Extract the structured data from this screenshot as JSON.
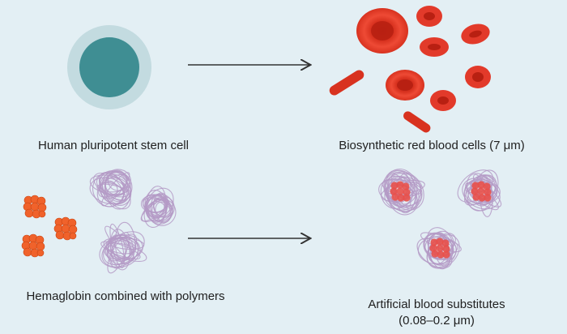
{
  "labels": {
    "stem_cell": "Human pluripotent stem cell",
    "red_blood_cells": "Biosynthetic red blood cells (7 μm)",
    "hemoglobin": "Hemaglobin combined with polymers",
    "substitutes_line1": "Artificial blood substitutes",
    "substitutes_line2": "(0.08–0.2 μm)"
  },
  "colors": {
    "background": "#e3eff4",
    "stem_outer": "#c3dbe0",
    "stem_inner": "#3f8e93",
    "rbc_fill": "#e23a2a",
    "rbc_center": "#c42618",
    "polymer": "#b49ac6",
    "hemoglobin": "#f0622b",
    "arrow": "#333333"
  },
  "icons": {
    "stem_cell": "stem-cell-icon",
    "red_blood_cells": "red-blood-cell-icon",
    "polymer": "polymer-ball-icon",
    "hemoglobin": "hemoglobin-molecule-icon",
    "substitute": "blood-substitute-particle-icon"
  }
}
